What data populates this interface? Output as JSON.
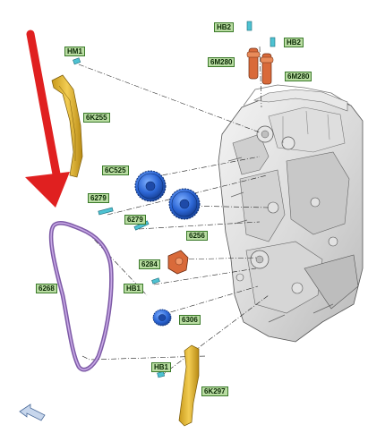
{
  "diagram": {
    "accent_color": "#e02020",
    "label_fill": "#b9dca2",
    "chain_color": "#a57cc6",
    "guide_color": "#e2b431",
    "gear_color": "#2d67d6",
    "solenoid_color": "#d96a3a",
    "fastener_color": "#4ec2d2"
  },
  "callouts": {
    "hb2_top": "HB2",
    "hb2_right": "HB2",
    "hm1": "HM1",
    "m280_left": "6M280",
    "m280_right": "6M280",
    "k255": "6K255",
    "c525": "6C525",
    "n6279_a": "6279",
    "n6279_b": "6279",
    "n6256": "6256",
    "n6284": "6284",
    "hb1_mid": "HB1",
    "n6268": "6268",
    "n6306": "6306",
    "hb1_low": "HB1",
    "k297": "6K297"
  },
  "icons": {
    "direction_arrow": "red-down-arrow-icon",
    "view_arrow": "view-direction-arrow-icon"
  }
}
